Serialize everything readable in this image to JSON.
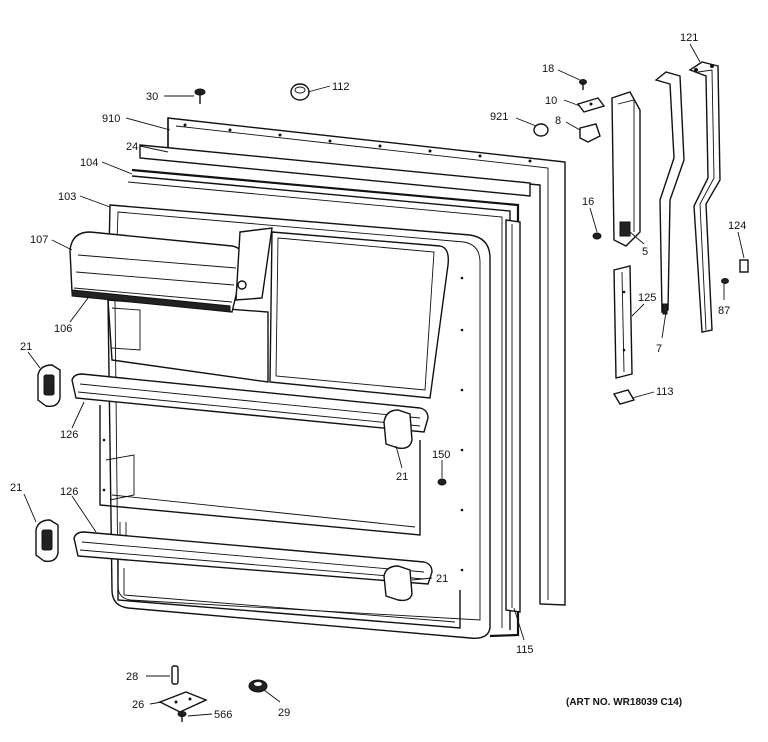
{
  "callouts": {
    "c30": "30",
    "c112": "112",
    "c910": "910",
    "c24": "24",
    "c104": "104",
    "c103": "103",
    "c107": "107",
    "c106": "106",
    "c21a": "21",
    "c126a": "126",
    "c21b": "21",
    "c126b": "126",
    "c21c": "21",
    "c21d": "21",
    "c150": "150",
    "c115": "115",
    "c18": "18",
    "c10": "10",
    "c921": "921",
    "c8": "8",
    "c16": "16",
    "c5": "5",
    "c121": "121",
    "c124": "124",
    "c87": "87",
    "c125": "125",
    "c7": "7",
    "c113": "113",
    "c28": "28",
    "c26": "26",
    "c566": "566",
    "c29": "29"
  },
  "art_number": "(ART NO. WR18039 C14)"
}
